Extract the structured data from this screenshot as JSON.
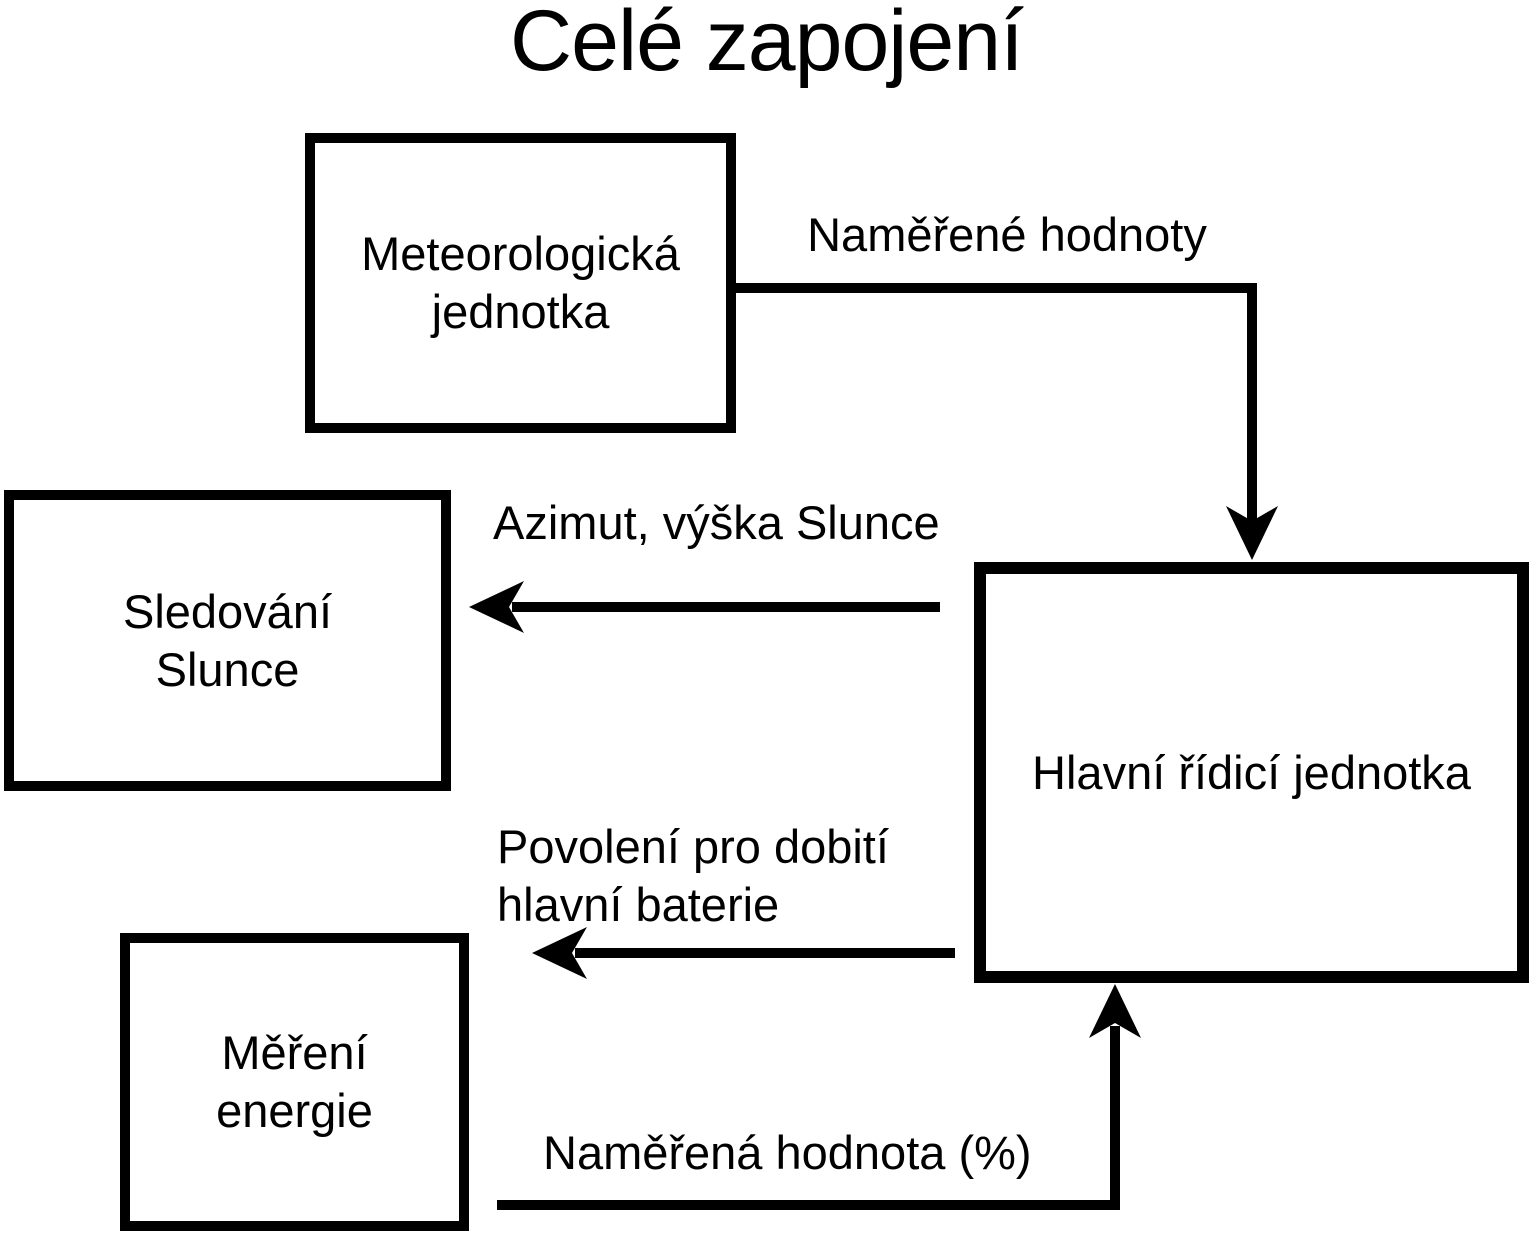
{
  "title": "Celé zapojení",
  "colors": {
    "stroke": "#000000",
    "background": "#ffffff",
    "text": "#000000"
  },
  "nodes": {
    "meteo": {
      "label": "Meteorologická\njednotka"
    },
    "sun_tracking": {
      "label": "Sledování\nSlunce"
    },
    "main_control": {
      "label": "Hlavní řídicí jednotka"
    },
    "energy": {
      "label": "Měření\nenergie"
    }
  },
  "edges": {
    "measured_values": {
      "label": "Naměřené hodnoty"
    },
    "sun_position": {
      "label": "Azimut, výška Slunce"
    },
    "charge_permission": {
      "label": "Povolení pro dobití\nhlavní baterie"
    },
    "measured_percent": {
      "label": "Naměřená hodnota (%)"
    }
  }
}
